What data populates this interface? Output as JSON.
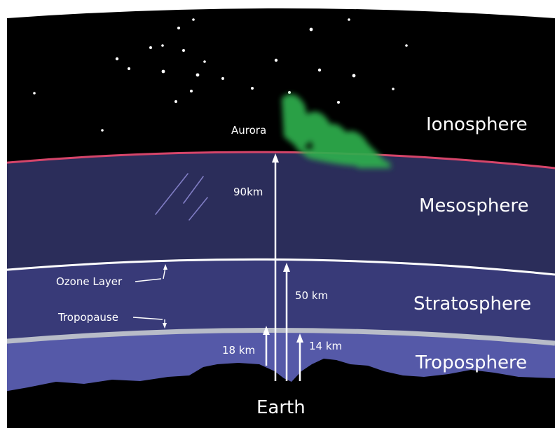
{
  "layers": {
    "ionosphere": "Ionosphere",
    "mesosphere": "Mesosphere",
    "stratosphere": "Stratosphere",
    "troposphere": "Troposphere"
  },
  "earth_label": "Earth",
  "annotations": {
    "aurora": "Aurora",
    "ozone_layer": "Ozone Layer",
    "tropopause": "Tropopause"
  },
  "heights": {
    "aurora": "90km",
    "ozone": "50 km",
    "tropopause_high": "18 km",
    "tropopause_low": "14 km"
  },
  "colors": {
    "ionosphere": "#000000",
    "mesosphere": "#2b2d5a",
    "stratosphere": "#383a78",
    "troposphere": "#5559a8",
    "ionosphere_boundary": "#d6456a",
    "ozone_boundary": "#ffffff",
    "tropopause_boundary": "#b8bcc8",
    "aurora": "#2fae4e"
  }
}
